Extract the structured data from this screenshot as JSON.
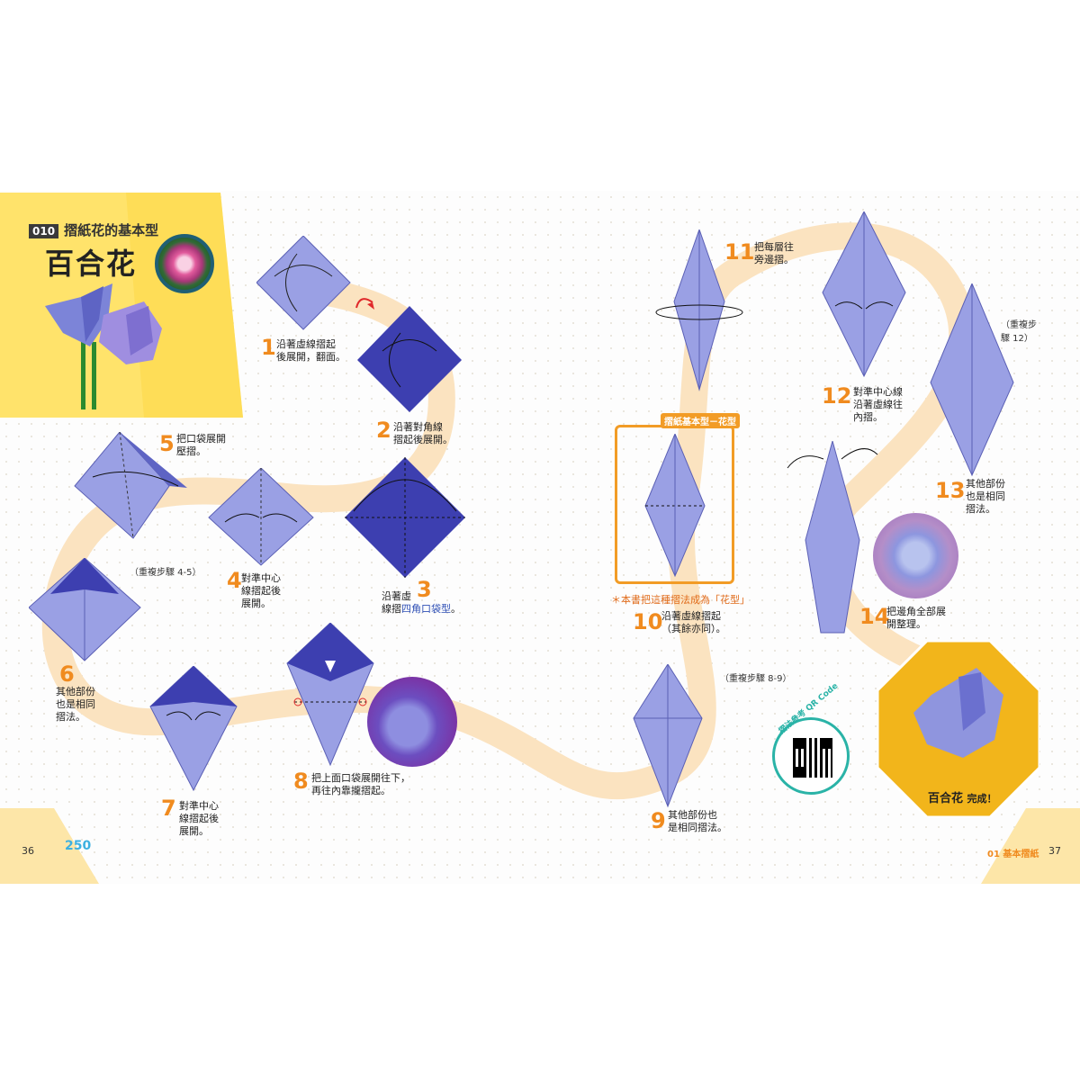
{
  "header": {
    "series_number": "010",
    "series_title": "摺紙花的基本型",
    "title": "百合花"
  },
  "steps": [
    {
      "num": "1",
      "text": [
        "沿著虛線摺起",
        "後展開，翻面。"
      ]
    },
    {
      "num": "2",
      "text": [
        "沿著對角線",
        "摺起後展開。"
      ]
    },
    {
      "num": "3",
      "text_a": "沿著虛",
      "text_b": "線摺",
      "link": "四角口袋型",
      "text_c": "。"
    },
    {
      "num": "4",
      "text": [
        "對準中心",
        "線摺起後",
        "展開。"
      ]
    },
    {
      "num": "5",
      "text": [
        "把口袋展開",
        "壓摺。"
      ]
    },
    {
      "num": "6",
      "text": [
        "其他部份",
        "也是相同",
        "摺法。"
      ]
    },
    {
      "num": "7",
      "text": [
        "對準中心",
        "線摺起後",
        "展開。"
      ]
    },
    {
      "num": "8",
      "text": [
        "把上面口袋展開往下，",
        "再往內靠攏摺起。"
      ]
    },
    {
      "num": "9",
      "text": [
        "其他部份也",
        "是相同摺法。"
      ]
    },
    {
      "num": "10",
      "text": [
        "沿著虛線摺起",
        "（其餘亦同）。"
      ]
    },
    {
      "num": "11",
      "text": [
        "把每層往",
        "旁邊摺。"
      ]
    },
    {
      "num": "12",
      "text": [
        "對準中心線",
        "沿著虛線往",
        "內摺。"
      ]
    },
    {
      "num": "13",
      "text": [
        "其他部份",
        "也是相同",
        "摺法。"
      ]
    },
    {
      "num": "14",
      "text": [
        "把邊角全部展",
        "開整理。"
      ]
    }
  ],
  "notes": {
    "repeat_4_5": "（重複步驟 4-5）",
    "repeat_8_9": "（重複步驟 8-9）",
    "repeat_12_a": "（重複步",
    "repeat_12_b": "驟 12）"
  },
  "highlight": {
    "tab": "摺紙基本型－花型",
    "note": "＊本書把這種摺法成為「花型」"
  },
  "finish": {
    "name": "百合花",
    "suffix": "完成！"
  },
  "qr": {
    "label": "摺法參考 QR Code"
  },
  "footer": {
    "left_page": "36",
    "left_book_mark": "250",
    "right_chapter": "01 基本摺紙",
    "right_page": "37"
  },
  "colors": {
    "paper_light": "#8f95de",
    "paper_dark": "#3d3fb0",
    "accent_orange": "#f08b1f",
    "path_beige": "#fbe4c2",
    "header_yellow": "#ffe36b",
    "finish_gold": "#f2b51b"
  }
}
